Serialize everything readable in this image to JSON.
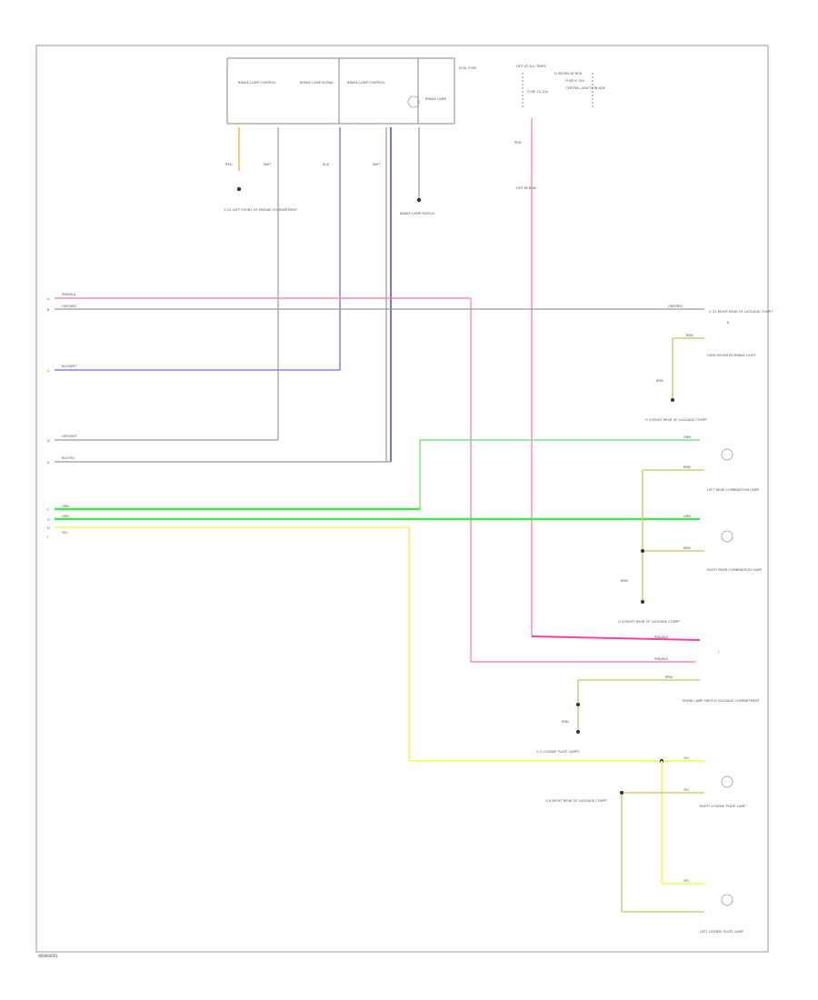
{
  "page": {
    "footer_code": "W0000001"
  },
  "labels": {
    "module_sections": [
      "BRAKE LAMP CONTROL",
      "BRAKE LAMP SIGNAL",
      "BRAKE LAMP CONTROL",
      "BRAKE LAMP"
    ],
    "ctrl_module": "ECM, FUSE",
    "ground_left": "G 25 LEFT FRONT OF ENGINE COMPARTMENT",
    "ground_mid": "BRAKE LAMP SWITCH",
    "fuse_box": "FUSE/RELAY BOX",
    "fuse_a": "FUSE 6 15A",
    "fuse_b": "FUSE 12 10A",
    "fuse_c": "CENTRAL JUNCTION BOX",
    "hot_in": "HOT IN RUN",
    "hot_at": "HOT AT ALL TIMES",
    "ground_top_right": "G 22 RIGHT REAR OF LUGGAGE COMPT",
    "high_mount": "HIGH MOUNTED BRAKE LIGHT",
    "ground_g3": "G 3 RIGHT REAR OF LUGGAGE COMPT",
    "rear_left": "LEFT REAR COMBINATION LAMP",
    "rear_right": "RIGHT REAR COMBINATION LAMP",
    "ground_g4": "G 4 RIGHT REAR OF LUGGAGE COMPT",
    "trunk_switch": "TRUNK LAMP SWITCH LUGGAGE COMPARTMENT",
    "ground_g5": "G 5 LICENSE PLATE LAMPS",
    "ground_g6": "G 6 RIGHT REAR OF LUGGAGE COMPT",
    "plate_right": "RIGHT LICENSE PLATE LAMP",
    "plate_left": "LEFT LICENSE PLATE LAMP"
  },
  "wire_labels": {
    "pink_top": "PNK/BLK",
    "gray_top": "GRY/RED",
    "blue": "BLU/WHT",
    "gray_mid": "GRY/WHT",
    "gray_low": "BLK/YEL",
    "green_a": "GRN",
    "green_b": "GRN",
    "yellow": "YEL",
    "brn_a": "BRN",
    "brn_b": "BRN",
    "brn_c": "BRN",
    "brn_d": "BRN",
    "brn_e": "BRN",
    "brn_f": "BRN",
    "pink_a": "PNK/BLU",
    "pink_b": "PNK/BLK",
    "red_1": "RED",
    "red_2": "RED",
    "yel_1": "YEL",
    "yel_2": "YEL",
    "yel_3": "YEL",
    "grn_r1": "GRN",
    "grn_r2": "GRN",
    "wht_1": "WHT",
    "wht_2": "WHT",
    "blk_1": "BLK",
    "gry_r": "GRY/RED",
    "brn_g": "BRN"
  },
  "connector_letters": {
    "l1": "A",
    "l2": "B",
    "l3": "C",
    "l4": "D",
    "l5": "E",
    "l6": "F",
    "l7": "G",
    "l8": "H",
    "l9": "I",
    "r1": "J",
    "r2": "K"
  }
}
